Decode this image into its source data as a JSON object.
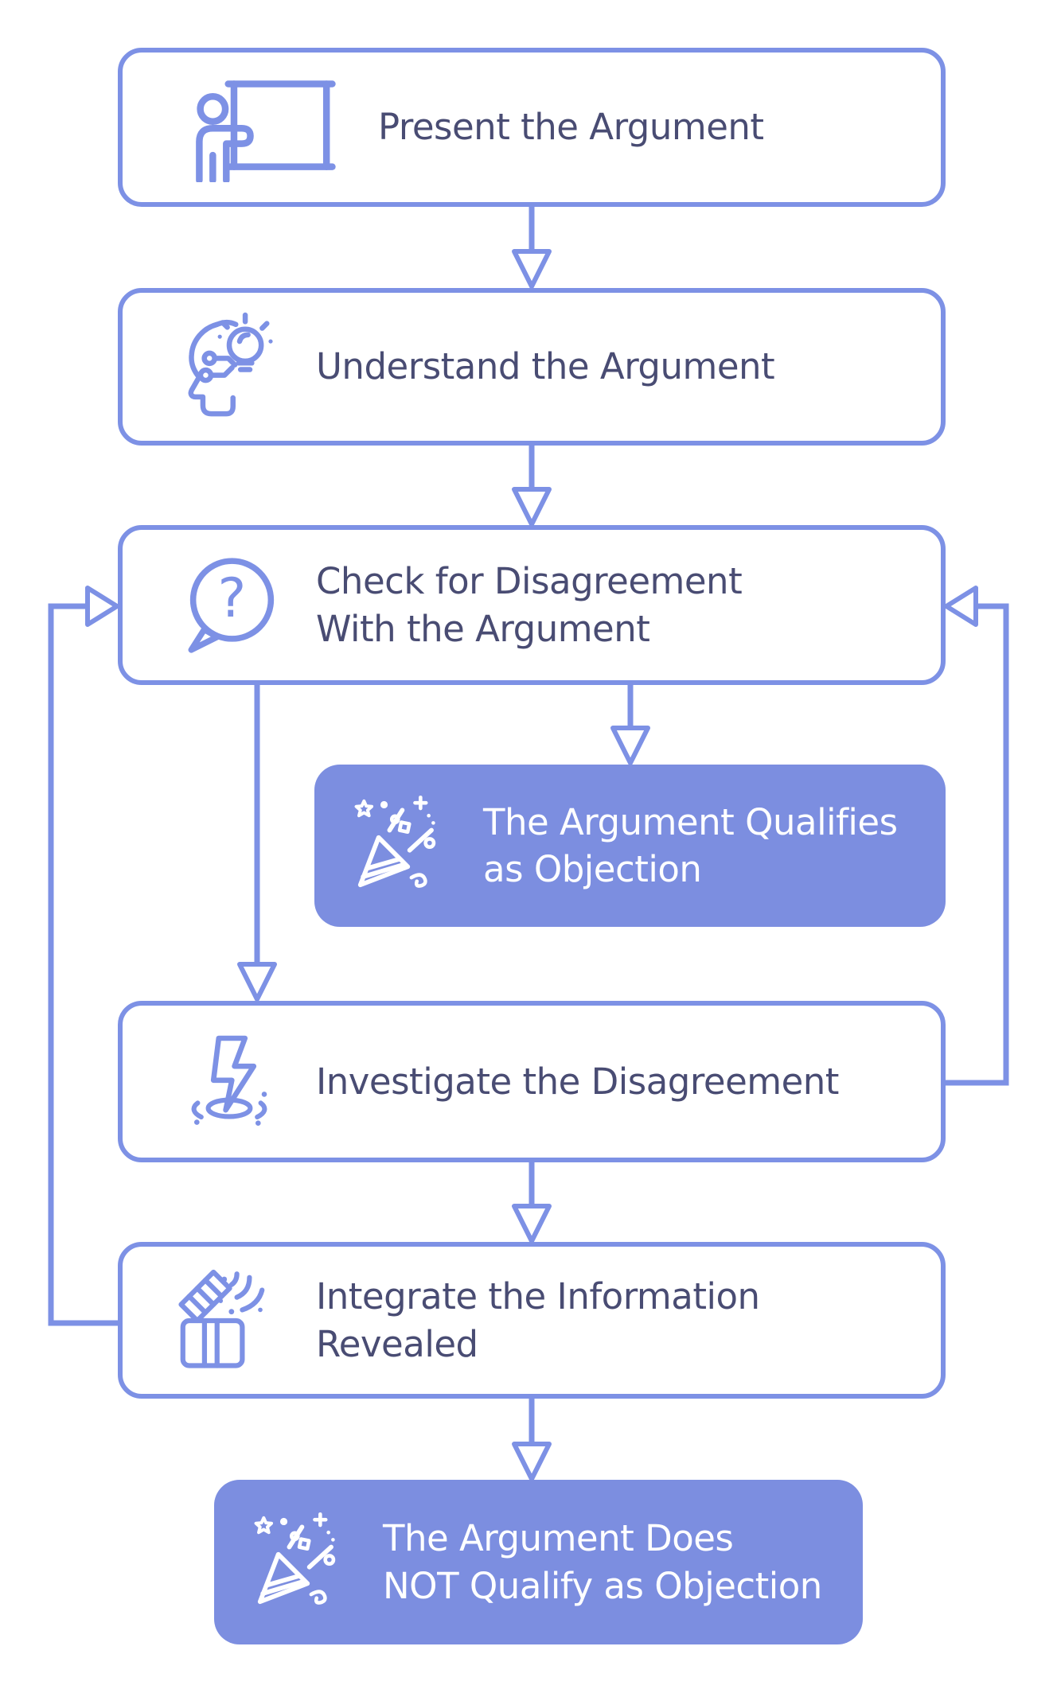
{
  "diagram": {
    "colors": {
      "line": "#7D91E5",
      "node_fill": "#7C8EE0",
      "text_dark": "#494C73",
      "text_light": "#FFFFFF"
    },
    "nodes": [
      {
        "id": "present",
        "type": "step",
        "icon": "presentation-icon",
        "lines": [
          "Present the Argument"
        ]
      },
      {
        "id": "understand",
        "type": "step",
        "icon": "idea-head-icon",
        "lines": [
          "Understand the Argument"
        ]
      },
      {
        "id": "check",
        "type": "step",
        "icon": "question-bubble-icon",
        "lines": [
          "Check for Disagreement",
          "With the Argument"
        ]
      },
      {
        "id": "qualifies",
        "type": "outcome",
        "icon": "party-popper-icon",
        "lines": [
          "The Argument Qualifies",
          "as Objection"
        ]
      },
      {
        "id": "investigate",
        "type": "step",
        "icon": "lightning-impact-icon",
        "lines": [
          "Investigate the Disagreement"
        ]
      },
      {
        "id": "integrate",
        "type": "step",
        "icon": "gift-surprise-icon",
        "lines": [
          "Integrate the Information",
          "Revealed"
        ]
      },
      {
        "id": "not-qualify",
        "type": "outcome",
        "icon": "party-popper-icon",
        "lines": [
          "The Argument Does",
          "NOT Qualify as Objection"
        ]
      }
    ],
    "edges": [
      {
        "from": "present",
        "to": "understand"
      },
      {
        "from": "understand",
        "to": "check"
      },
      {
        "from": "check",
        "to": "qualifies"
      },
      {
        "from": "check",
        "to": "investigate"
      },
      {
        "from": "investigate",
        "to": "check"
      },
      {
        "from": "investigate",
        "to": "integrate"
      },
      {
        "from": "integrate",
        "to": "check"
      },
      {
        "from": "integrate",
        "to": "not-qualify"
      }
    ]
  }
}
